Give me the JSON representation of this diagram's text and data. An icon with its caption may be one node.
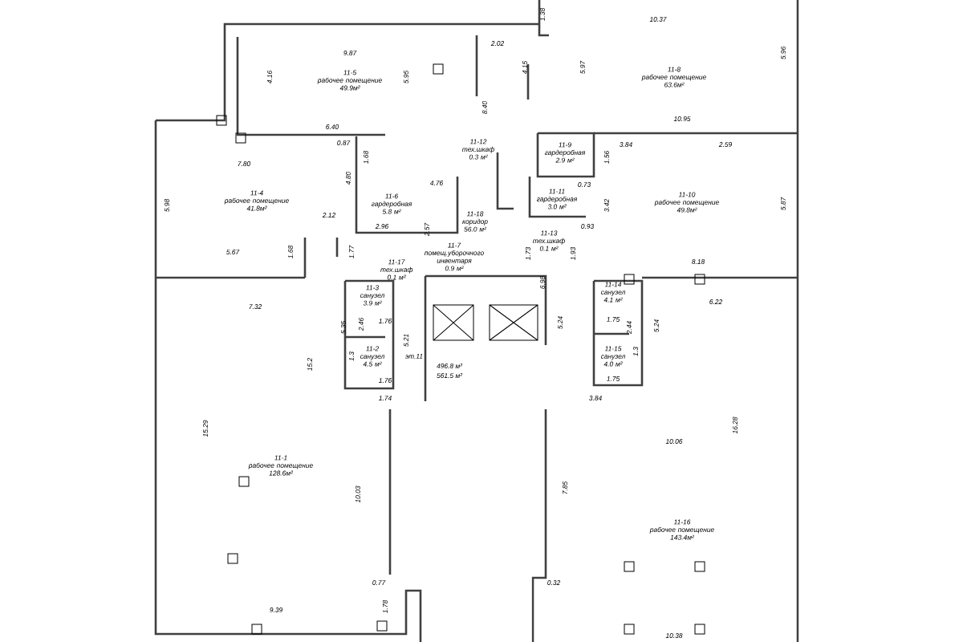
{
  "diagram": {
    "nodes": [
      {
        "text": [
          "11-5",
          "рабочее помещение",
          "49.9м²"
        ]
      },
      {
        "text": [
          "11-8",
          "рабочее помещение",
          "63.6м²"
        ]
      },
      {
        "text": [
          "11-4",
          "рабочее помещение",
          "41.8м²"
        ]
      },
      {
        "text": [
          "11-6",
          "гардеробная",
          "5.8 м²"
        ]
      },
      {
        "text": [
          "11-12",
          "тех.шкаф",
          "0.3 м²"
        ]
      },
      {
        "text": [
          "11-9",
          "гардеробная",
          "2.9 м²"
        ]
      },
      {
        "text": [
          "11-11",
          "гардеробная",
          "3.0 м²"
        ]
      },
      {
        "text": [
          "11-10",
          "рабочее помещение",
          "49.8м²"
        ]
      },
      {
        "text": [
          "11-18",
          "коридор",
          "56.0 м²"
        ]
      },
      {
        "text": [
          "11-13",
          "тех.шкаф",
          "0.1 м²"
        ]
      },
      {
        "text": [
          "11-7",
          "помещ.уборочного инвентаря",
          "0.9 м²"
        ]
      },
      {
        "text": [
          "11-17",
          "тех.шкаф",
          "0.1 м²"
        ]
      },
      {
        "text": [
          "11-3",
          "санузел",
          "3.9 м²"
        ]
      },
      {
        "text": [
          "11-14",
          "санузел",
          "4.1 м²"
        ]
      },
      {
        "text": [
          "11-2",
          "санузел",
          "4.5 м²"
        ]
      },
      {
        "text": [
          "11-15",
          "санузел",
          "4.0 м²"
        ]
      },
      {
        "text": [
          "11-1",
          "рабочее помещение",
          "128.6м²"
        ]
      },
      {
        "text": [
          "11-16",
          "рабочее помещение",
          "143.4м²"
        ]
      }
    ],
    "labels": [
      "1.38",
      "10.37",
      "9.87",
      "2.02",
      "4.16",
      "5.95",
      "4.15",
      "5.97",
      "5.96",
      "8.40",
      "6.40",
      "10.95",
      "0.87",
      "3.84",
      "2.59",
      "1.68",
      "1.56",
      "0.73",
      "7.80",
      "4.80",
      "4.76",
      "5.98",
      "3.42",
      "5.87",
      "2.12",
      "2.96",
      "2.57",
      "0.93",
      "5.67",
      "1.68",
      "1.77",
      "1.73",
      "1.93",
      "8.18",
      "6.98",
      "7.32",
      "6.22",
      "5.35",
      "2.46",
      "1.76",
      "5.21",
      "5.24",
      "1.75",
      "2.44",
      "5.24",
      "15.2",
      "1.3",
      "1.3",
      "1.76",
      "1.75",
      "эт.11",
      "496.8 м²",
      "561.5 м²",
      "1.74",
      "3.84",
      "15.29",
      "16.28",
      "10.06",
      "10.03",
      "7.85",
      "0.77",
      "0.32",
      "1.78",
      "9.39",
      "10.38"
    ]
  }
}
